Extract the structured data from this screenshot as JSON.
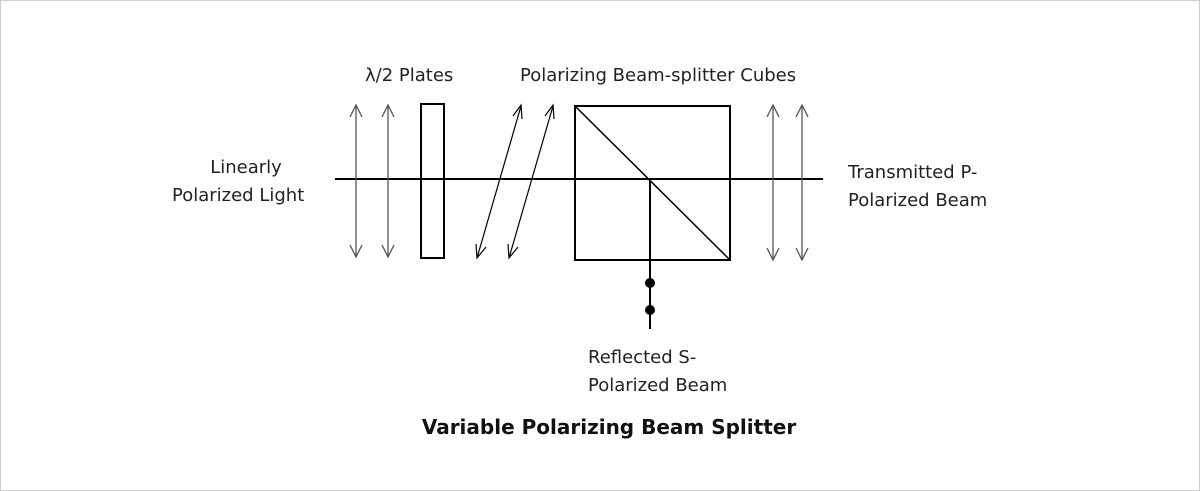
{
  "labels": {
    "input": [
      "Linearly",
      "Polarized Light"
    ],
    "plates": "λ/2 Plates",
    "cubes": "Polarizing Beam-splitter Cubes",
    "transmitted": [
      "Transmitted P-",
      "Polarized Beam"
    ],
    "reflected": [
      "Reflected S-",
      "Polarized Beam"
    ]
  },
  "title": "Variable Polarizing Beam Splitter"
}
